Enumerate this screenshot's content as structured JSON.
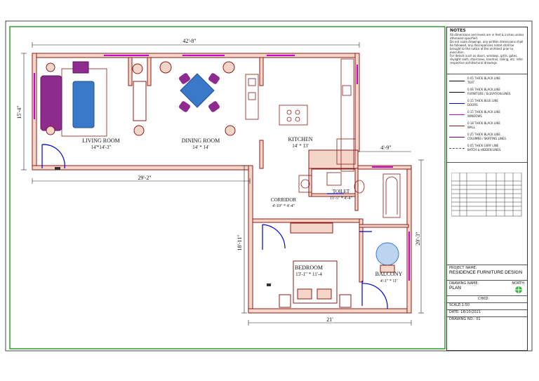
{
  "rooms": {
    "living": {
      "name": "LIVING ROOM",
      "size": "14'*14'-3\""
    },
    "dining": {
      "name": "DINING ROOM",
      "size": "14' * 14'"
    },
    "kitchen": {
      "name": "KITCHEN",
      "size": "14' * 13'"
    },
    "corridor": {
      "name": "CORRIDOR",
      "size": "4'-10\" * 4'-4\""
    },
    "toilet": {
      "name": "TOILET",
      "size": "11'-5\" * 4'-4\""
    },
    "bedroom": {
      "name": "BEDROOM",
      "size": "13'-1\" * 11'-4"
    },
    "balcony": {
      "name": "BALCONY",
      "size": "4'-1\" * 11'"
    }
  },
  "dimensions": {
    "top": "42'-8\"",
    "left_height": "15'-4\"",
    "mid_width": "29'-2\"",
    "kitchen_offset": "4'-9\"",
    "bedroom_height": "18'-11\"",
    "right_height": "20'-3\"",
    "bottom": "21'"
  },
  "notes": {
    "title": "NOTES",
    "lines": [
      "All dimensions and levels are in feet & inches unless otherwise specified.",
      "Do not scale drawings, any written dimensions shall be followed, any discrepancies noted shall be brought to the notice of the architect prior to execution.",
      "For details such as doors, windows, grills, gates, skylight roofs, staircases, handrail, railing, etc. refer respective architectural drawings."
    ]
  },
  "legend": [
    {
      "label": "0.05 THICK BLACK LINE",
      "sub": "TEXT",
      "color": "#000000",
      "dashed": false
    },
    {
      "label": "0.06 THICK BLACK LINE",
      "sub": "FURNITURE / ELEVATION LINES",
      "color": "#000000",
      "dashed": false
    },
    {
      "label": "0.15 THICK BLUE LINE",
      "sub": "DOORS",
      "color": "#0000cc",
      "dashed": false
    },
    {
      "label": "0.15 THICK BLACK LINE",
      "sub": "WINDOWS",
      "color": "#cc00cc",
      "dashed": false
    },
    {
      "label": "0.18 THICK BLACK LINE",
      "sub": "WALL",
      "color": "#8b1a1a",
      "dashed": false
    },
    {
      "label": "0.25 THICK BLACK LINE",
      "sub": "COLUMNS / SKIRTING LINES",
      "color": "#6a0d6a",
      "dashed": false
    },
    {
      "label": "0.05 THICK GRAY LINE",
      "sub": "BATCH & HIDDEN LINES",
      "color": "#555555",
      "dashed": true
    }
  ],
  "title_block": {
    "project_label": "PROJECT NAME:",
    "project_name": "RESIDENCE FURNITURE DESIGN",
    "drawing_label": "DRAWING NAME:",
    "drawing_name": "PLAN",
    "north_label": "NORTH",
    "scale": "SCALE:1:50",
    "checked": "CHKD:",
    "date": "DATE: 18/10/2021",
    "drawing_no": "DRAWING NO.: 01"
  },
  "colors": {
    "frame": "#2e9e2e",
    "wall": "#8b1a1a",
    "wall_fill": "#f4d6c8",
    "window": "#cc00cc",
    "door": "#0000cc",
    "furniture": "#8b1a1a",
    "sofa": "#8e2b8e",
    "table": "#3a78c8"
  }
}
